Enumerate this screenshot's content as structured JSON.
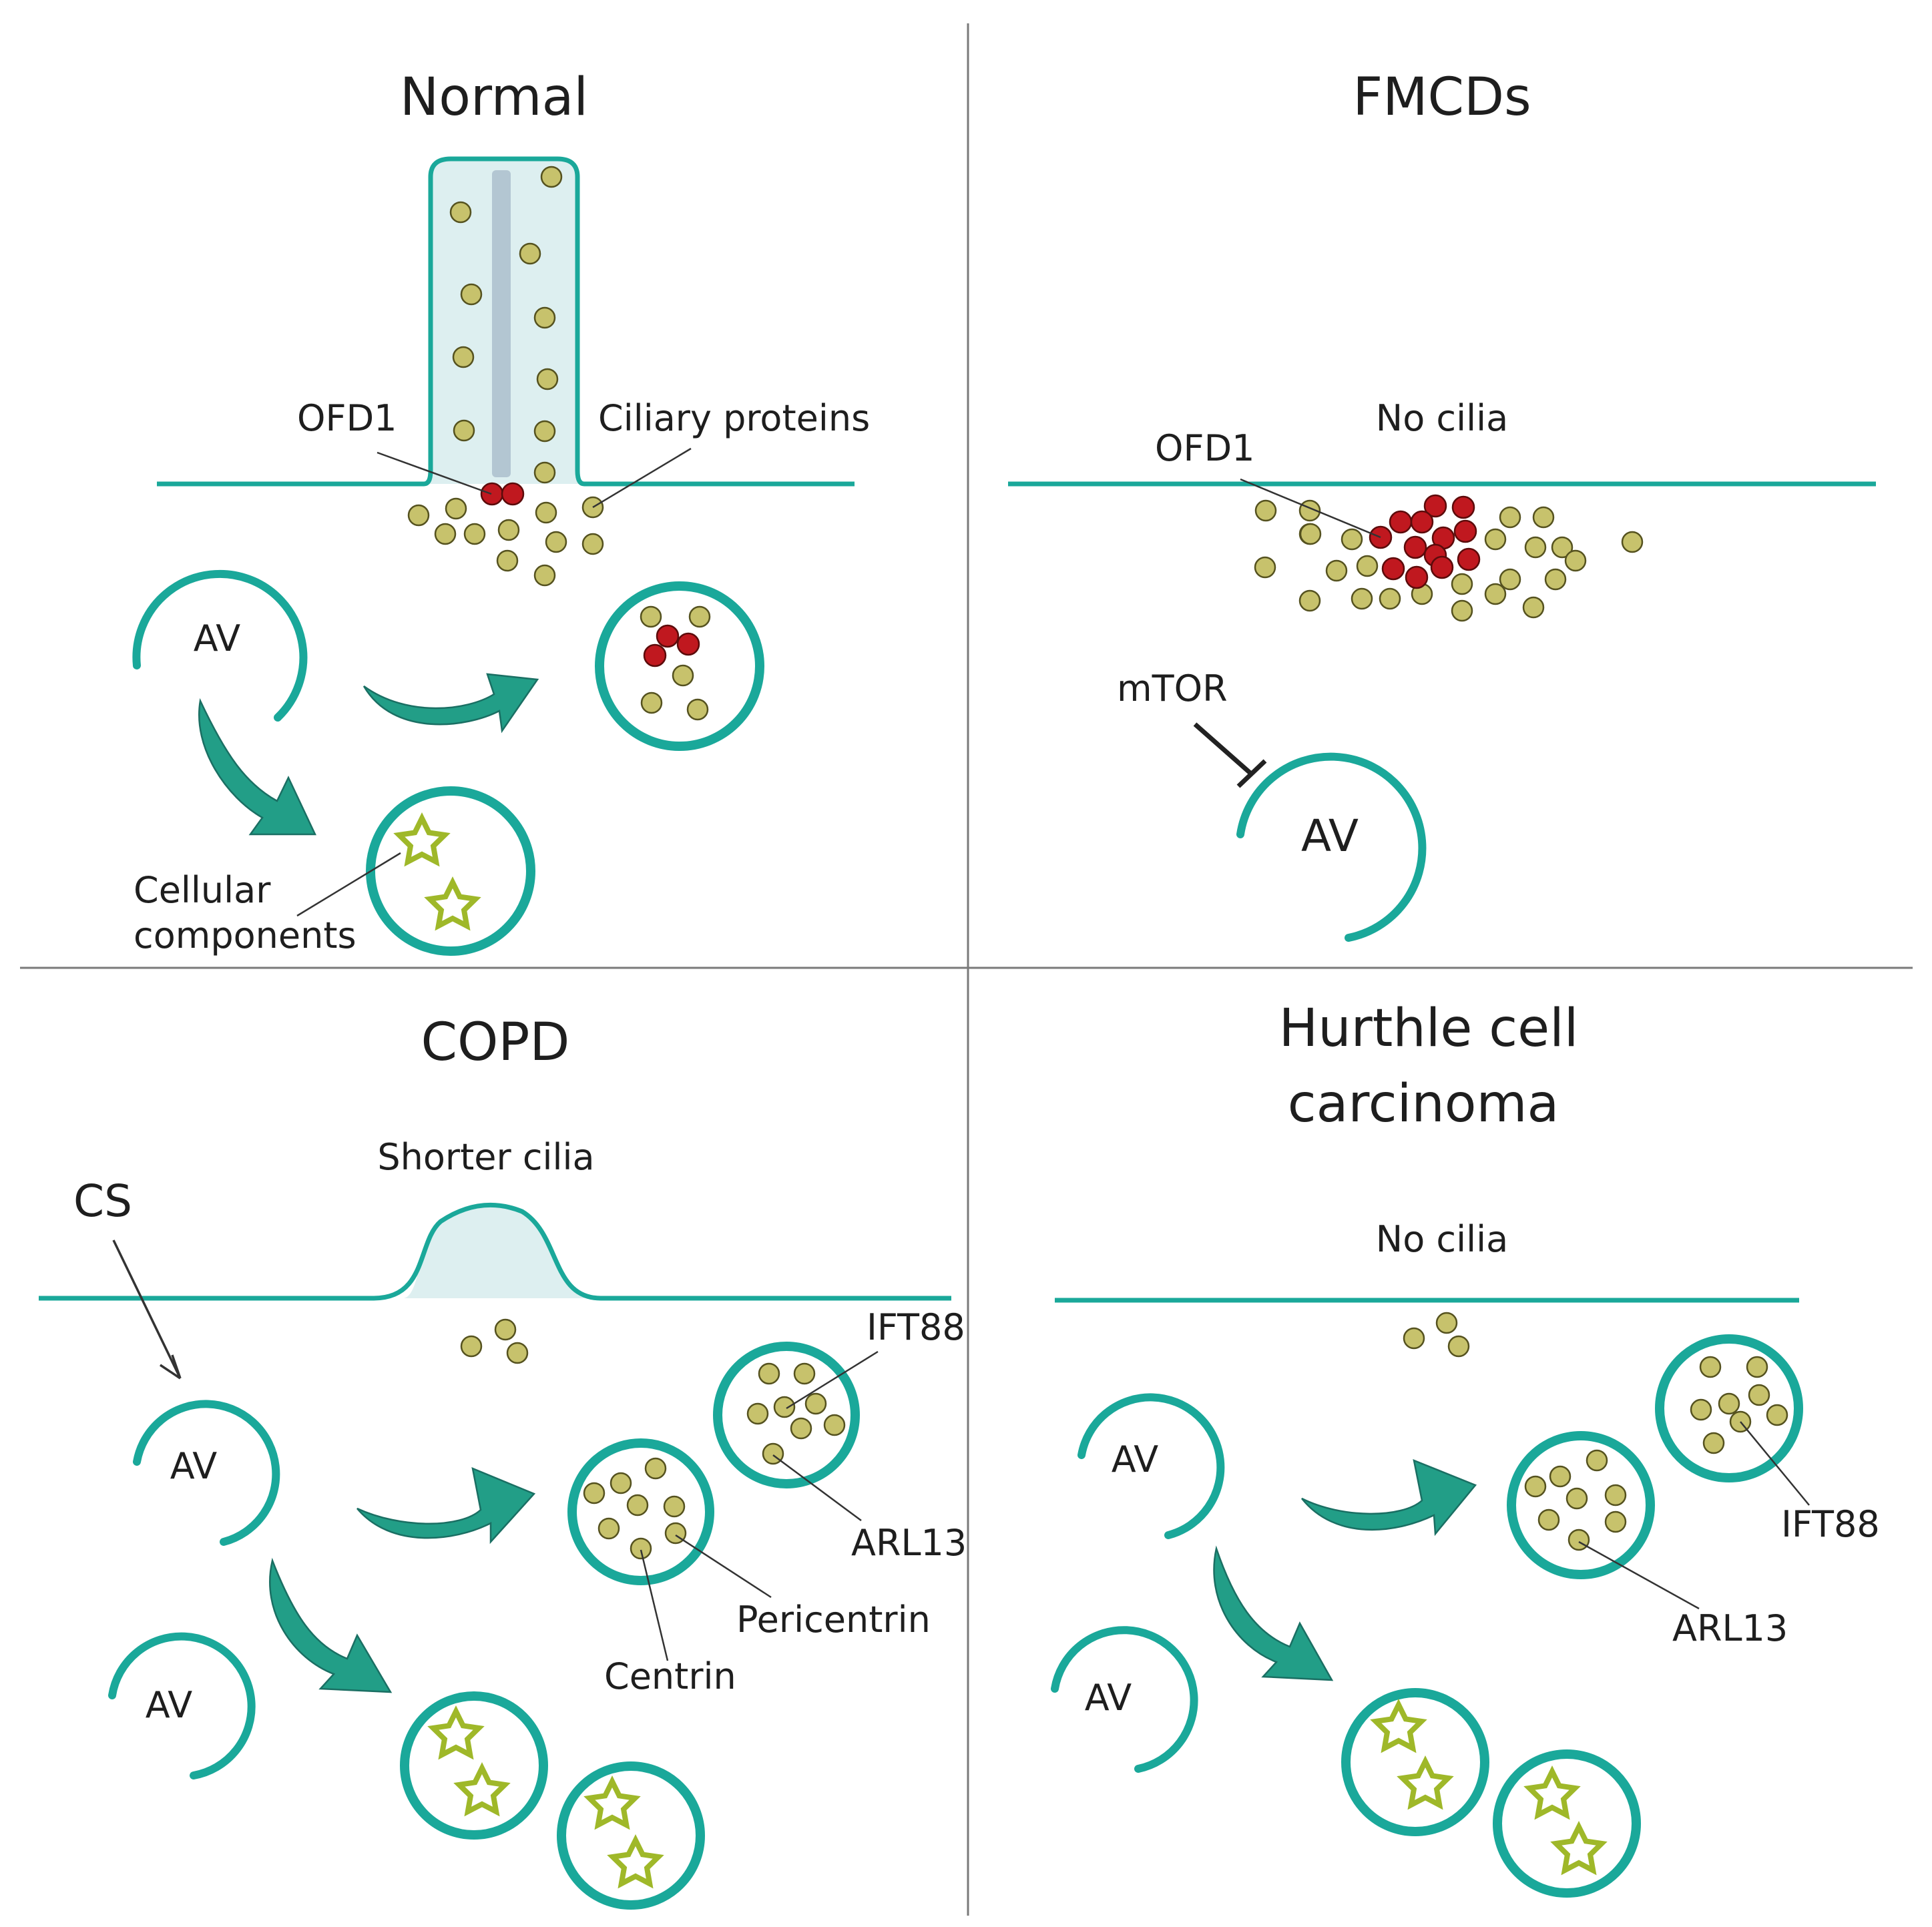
{
  "panels": {
    "normal": {
      "title": "Normal",
      "ofd1": "OFD1",
      "ciliary_proteins": "Ciliary proteins",
      "av": "AV",
      "cellular_components_1": "Cellular",
      "cellular_components_2": "components"
    },
    "fmcds": {
      "title": "FMCDs",
      "no_cilia": "No cilia",
      "ofd1": "OFD1",
      "mtor": "mTOR",
      "av": "AV"
    },
    "copd": {
      "title": "COPD",
      "shorter_cilia": "Shorter cilia",
      "cs": "CS",
      "av_1": "AV",
      "av_2": "AV",
      "ift88": "IFT88",
      "arl13": "ARL13",
      "pericentrin": "Pericentrin",
      "centrin": "Centrin"
    },
    "hurthle": {
      "title_line1": "Hurthle cell",
      "title_line2": "carcinoma",
      "no_cilia": "No cilia",
      "av_1": "AV",
      "av_2": "AV",
      "ift88": "IFT88",
      "arl13": "ARL13"
    }
  },
  "colors": {
    "membrane": "#1aa89a",
    "arrow": "#229e87",
    "ciliary_protein": "#c7c26c",
    "ofd1": "#c0181f",
    "cellular_component_star": "#9fb829",
    "cilium_fill": "#ddeff0",
    "axoneme": "#b3c6d2"
  }
}
